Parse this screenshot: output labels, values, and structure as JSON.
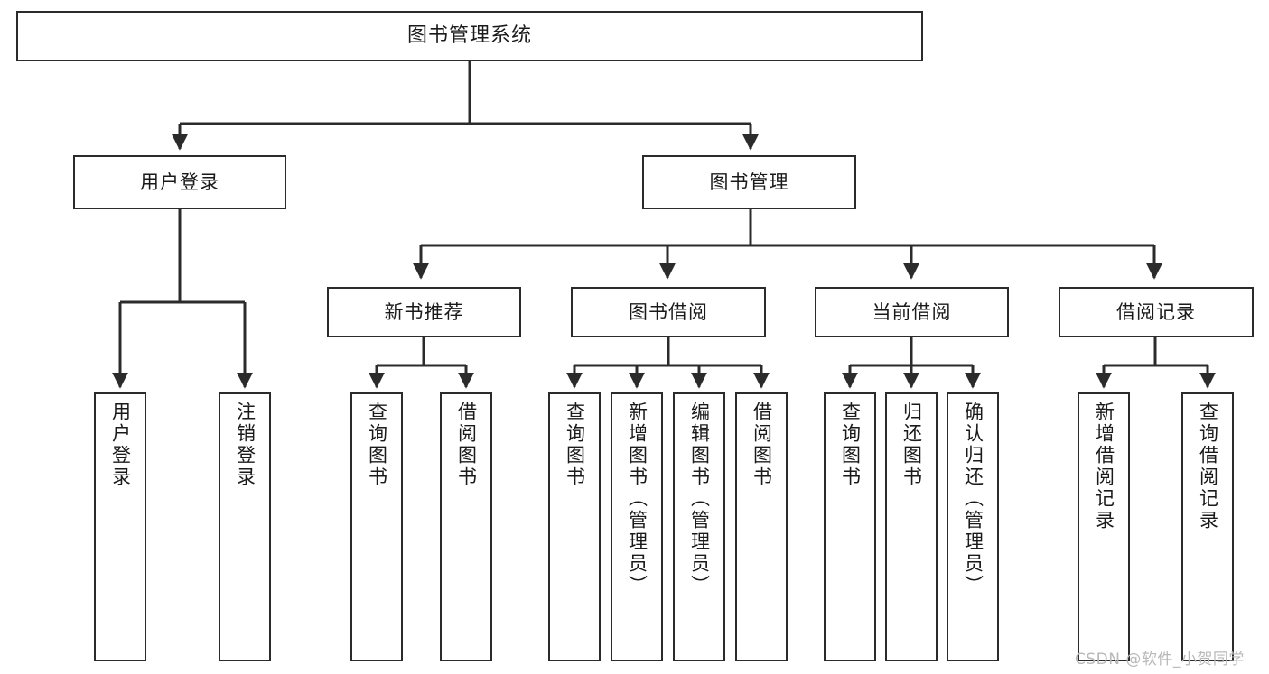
{
  "diagram": {
    "title": "图书管理系统",
    "type": "tree-hierarchy",
    "root": {
      "id": "root",
      "label": "图书管理系统"
    },
    "level1": [
      {
        "id": "user-login",
        "label": "用户登录"
      },
      {
        "id": "book-manage",
        "label": "图书管理"
      }
    ],
    "level2": [
      {
        "id": "new-book-rec",
        "label": "新书推荐",
        "parent": "book-manage"
      },
      {
        "id": "book-borrow",
        "label": "图书借阅",
        "parent": "book-manage"
      },
      {
        "id": "current-borrow",
        "label": "当前借阅",
        "parent": "book-manage"
      },
      {
        "id": "borrow-record",
        "label": "借阅记录",
        "parent": "book-manage"
      }
    ],
    "leaves": [
      {
        "id": "leaf-user-login",
        "label": "用户登录",
        "parent": "user-login"
      },
      {
        "id": "leaf-logout-login",
        "label": "注销登录",
        "parent": "user-login"
      },
      {
        "id": "leaf-query-book-1",
        "label": "查询图书",
        "parent": "new-book-rec"
      },
      {
        "id": "leaf-borrow-book-1",
        "label": "借阅图书",
        "parent": "new-book-rec"
      },
      {
        "id": "leaf-query-book-2",
        "label": "查询图书",
        "parent": "book-borrow"
      },
      {
        "id": "leaf-add-book",
        "label": "新增图书（管理员）",
        "parent": "book-borrow"
      },
      {
        "id": "leaf-edit-book",
        "label": "编辑图书（管理员）",
        "parent": "book-borrow"
      },
      {
        "id": "leaf-borrow-book-2",
        "label": "借阅图书",
        "parent": "book-borrow"
      },
      {
        "id": "leaf-query-book-3",
        "label": "查询图书",
        "parent": "current-borrow"
      },
      {
        "id": "leaf-return-book",
        "label": "归还图书",
        "parent": "current-borrow"
      },
      {
        "id": "leaf-confirm-return",
        "label": "确认归还（管理员）",
        "parent": "current-borrow"
      },
      {
        "id": "leaf-add-record",
        "label": "新增借阅记录",
        "parent": "borrow-record"
      },
      {
        "id": "leaf-query-record",
        "label": "查询借阅记录",
        "parent": "borrow-record"
      }
    ],
    "colors": {
      "stroke": "#2b2b2b",
      "fill": "#ffffff",
      "text": "#1a1a1a",
      "watermark": "#b9b9b9"
    }
  },
  "watermark": {
    "text": "CSDN @软件_小贺同学"
  }
}
